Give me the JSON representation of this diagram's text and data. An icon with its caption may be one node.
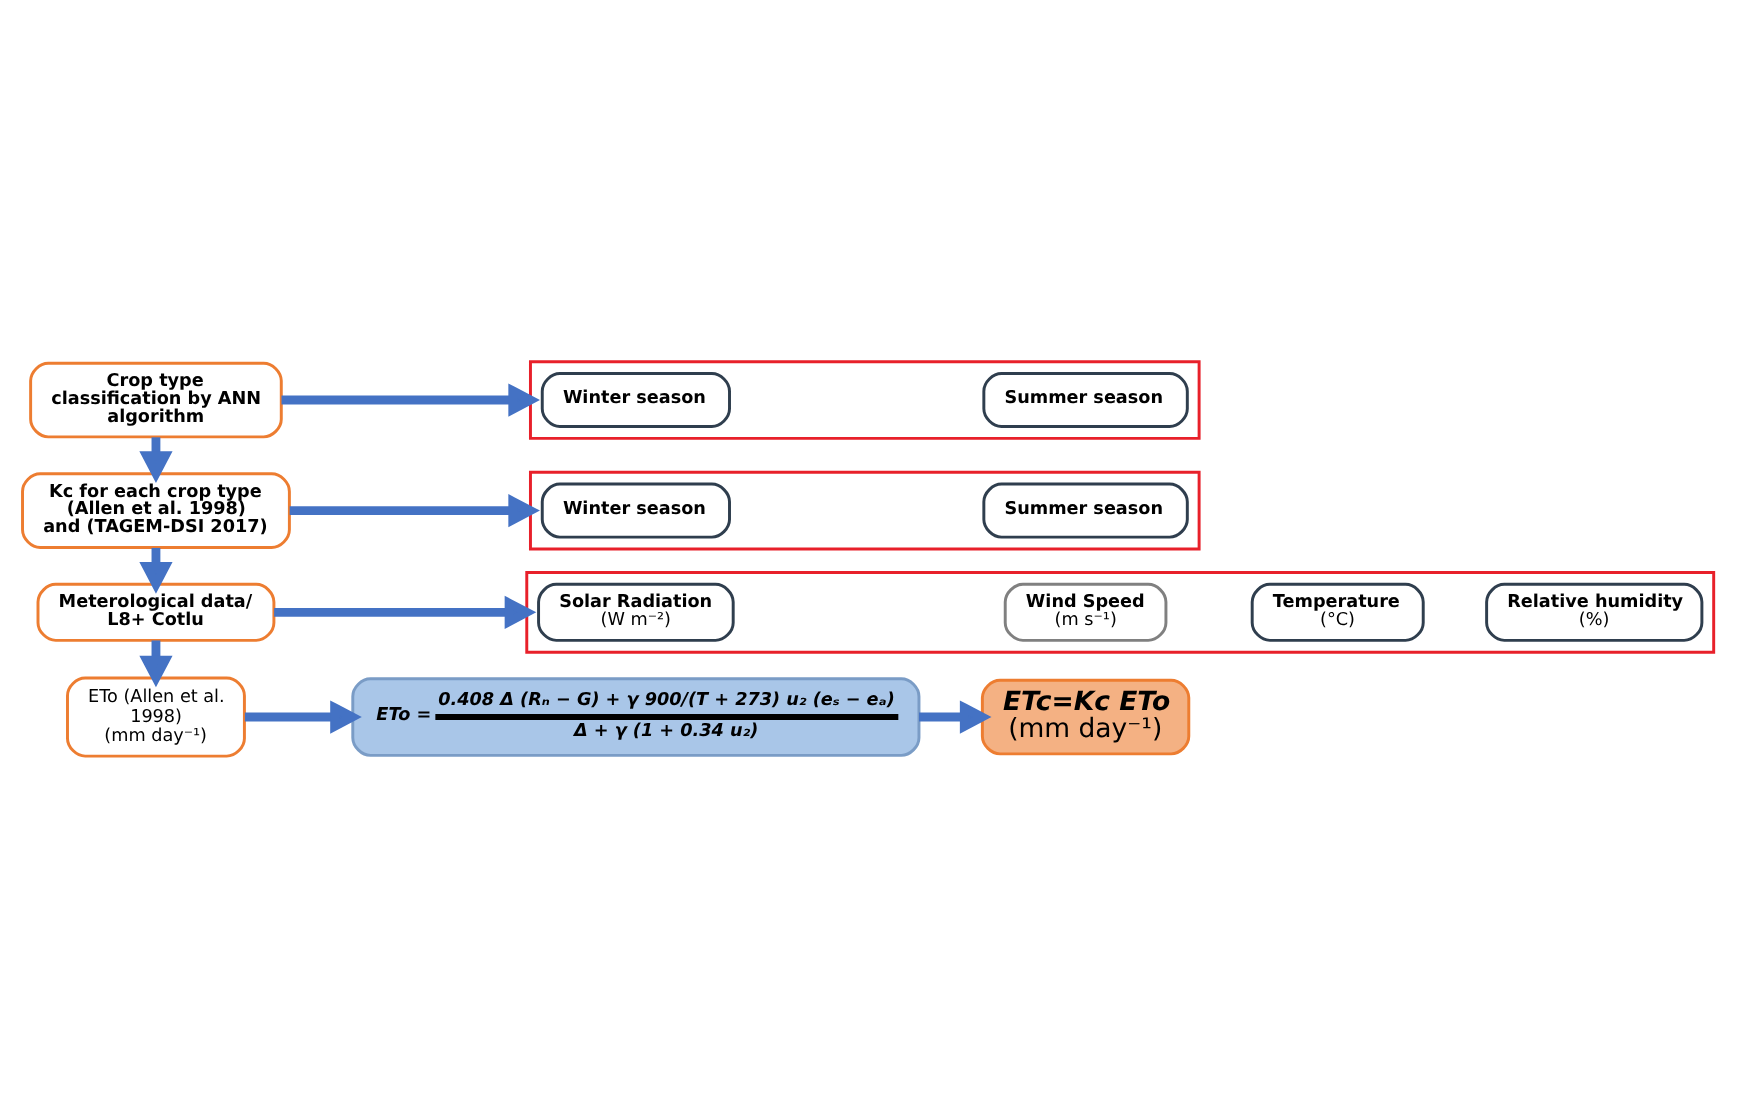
{
  "diagram": {
    "nodes": [
      {
        "text": [
          "Crop type classification by ANN algorithm"
        ]
      },
      {
        "text": [],
        "shape": "box"
      },
      {
        "text": [
          "Winter season"
        ],
        "in": 1
      },
      {
        "text": [
          "Summer season"
        ],
        "in": 1
      },
      {
        "text": [
          "Kc for each crop type (Allen et al. 1998) and (TAGEM-DSI 2017)"
        ]
      },
      {
        "text": [],
        "shape": "box"
      },
      {
        "text": [
          "Winter season"
        ],
        "in": 5
      },
      {
        "text": [
          "Summer season"
        ],
        "in": 5
      },
      {
        "text": [
          "Meterological data/ L8+ Cotlu"
        ]
      },
      {
        "text": [],
        "shape": "box"
      },
      {
        "text": [
          "Solar Radiation",
          "(W m⁻²)"
        ],
        "in": 9
      },
      {
        "text": [
          "Wind Speed",
          "(m s⁻¹)"
        ],
        "in": 9
      },
      {
        "text": [
          "Temperature",
          "(°C)"
        ],
        "in": 9
      },
      {
        "text": [
          "Relative humidity",
          "(%)"
        ],
        "in": 9
      },
      {
        "text": [
          "ETo (Allen et al. 1998)",
          "(mm day⁻¹)"
        ]
      },
      {
        "text": [
          "ETo =",
          "0.408 Δ (Rₙ − G) + γ 900/(T + 273) u₂ (eₛ − eₐ)",
          "Δ + γ (1 + 0.34 u₂)"
        ]
      },
      {
        "text": [
          "ETc=Kc ETo",
          "(mm day⁻¹)"
        ]
      }
    ],
    "edges": [
      {
        "from": 0,
        "to": 1,
        "arrow": "to"
      },
      {
        "from": 0,
        "to": 4,
        "arrow": "to"
      },
      {
        "from": 4,
        "to": 5,
        "arrow": "to"
      },
      {
        "from": 4,
        "to": 8,
        "arrow": "to"
      },
      {
        "from": 8,
        "to": 9,
        "arrow": "to"
      },
      {
        "from": 8,
        "to": 14,
        "arrow": "to"
      },
      {
        "from": 14,
        "to": 15,
        "arrow": "to"
      },
      {
        "from": 15,
        "to": 16,
        "arrow": "to"
      }
    ]
  }
}
